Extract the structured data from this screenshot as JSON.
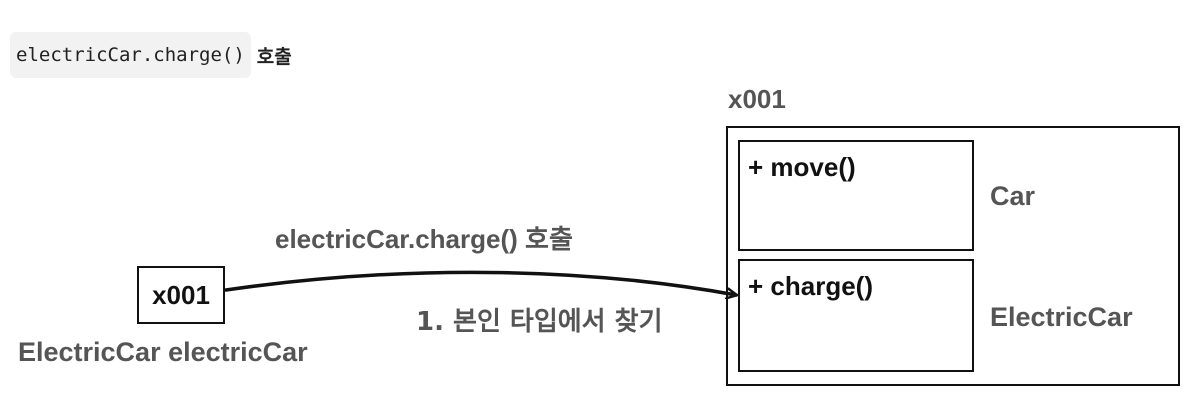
{
  "caption": {
    "code": "electricCar.charge()",
    "suffix": "호출"
  },
  "heap": {
    "address": "x001",
    "methods": [
      "+ move()",
      "+ charge()"
    ],
    "class_labels": [
      "Car",
      "ElectricCar"
    ]
  },
  "reference": {
    "value": "x001",
    "declaration": "ElectricCar electricCar"
  },
  "arrow": {
    "label_code": "electricCar.charge()",
    "label_suffix": "호출",
    "step": "1. 본인 타입에서 찾기"
  },
  "colors": {
    "stroke": "#111111",
    "label_gray": "#555555",
    "chip_bg": "#f2f2f2"
  }
}
